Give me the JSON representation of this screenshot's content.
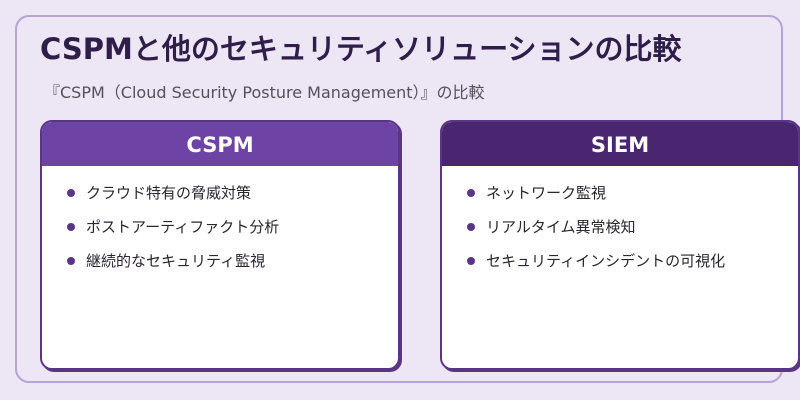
{
  "page": {
    "title": "CSPMと他のセキュリティソリューションの比較",
    "subtitle": "『CSPM（Cloud Security Posture Management）』の比較"
  },
  "cards": [
    {
      "heading": "CSPM",
      "items": [
        "クラウド特有の脅威対策",
        "ポストアーティファクト分析",
        "継続的なセキュリティ監視"
      ]
    },
    {
      "heading": "SIEM",
      "items": [
        "ネットワーク監視",
        "リアルタイム異常検知",
        "セキュリティインシデントの可視化"
      ]
    }
  ],
  "colors": {
    "background": "#ece6f5",
    "cspm_header": "#6d44a5",
    "siem_header": "#4a2670",
    "title_text": "#2f1e4a"
  }
}
